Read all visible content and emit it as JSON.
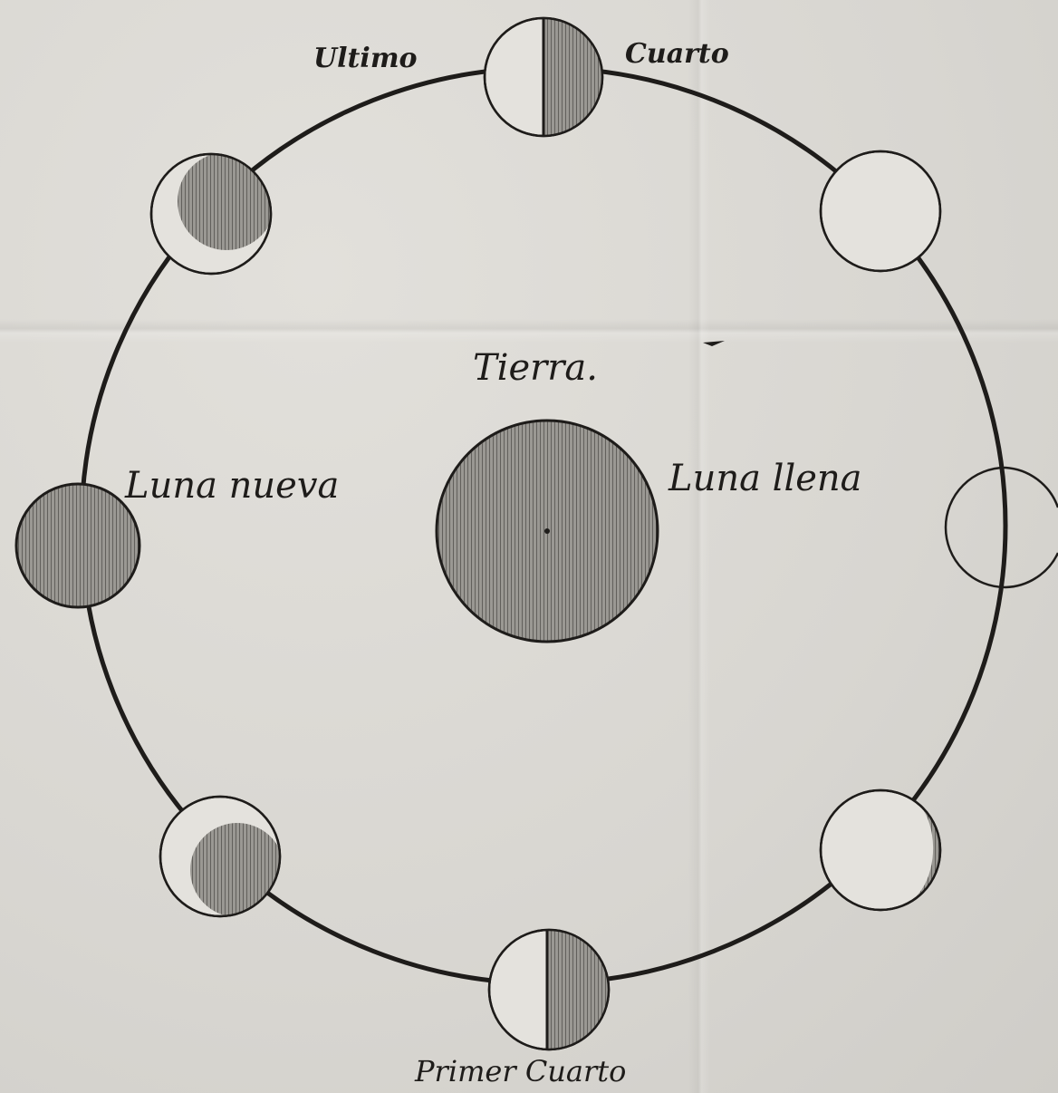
{
  "labels": {
    "ultimo": "Ultimo",
    "cuarto": "Cuarto",
    "tierra": "Tierra.",
    "luna_nueva": "Luna nueva",
    "luna_llena": "Luna llena",
    "primer_cuarto": "Primer Cuarto"
  },
  "colors": {
    "paper": "#d9d7d2",
    "ink": "#1e1c1a",
    "shade": "#8a8884"
  }
}
